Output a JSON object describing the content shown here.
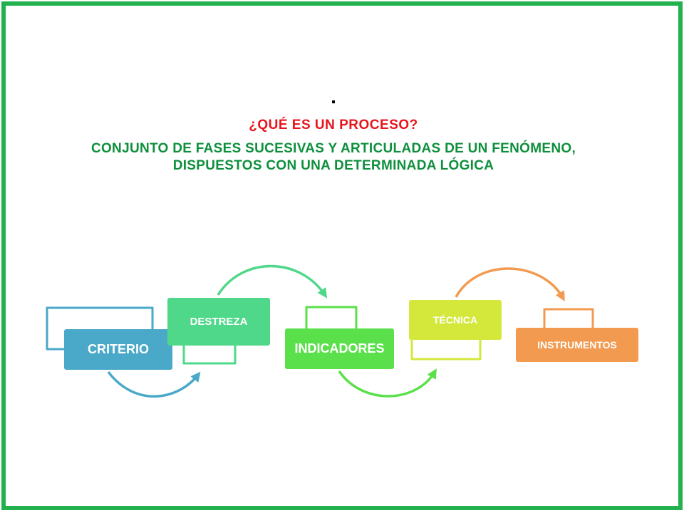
{
  "slide": {
    "dot": ".",
    "question": "¿QUÉ ES UN PROCESO?",
    "definition_line1": "CONJUNTO  DE FASES SUCESIVAS  Y ARTICULADAS  DE UN FENÓMENO,",
    "definition_line2": "DISPUESTOS  CON UNA DETERMINADA  LÓGICA"
  },
  "process": {
    "steps": [
      {
        "label": "CRITERIO",
        "color": "#4aa8c8"
      },
      {
        "label": "DESTREZA",
        "color": "#4fd88a"
      },
      {
        "label": "INDICADORES",
        "color": "#5ae04a"
      },
      {
        "label": "TÉCNICA",
        "color": "#d4e83c"
      },
      {
        "label": "INSTRUMENTOS",
        "color": "#f29a50"
      }
    ]
  },
  "colors": {
    "frame": "#22b14c",
    "question": "#e8141b",
    "definition": "#0d8f3c"
  }
}
